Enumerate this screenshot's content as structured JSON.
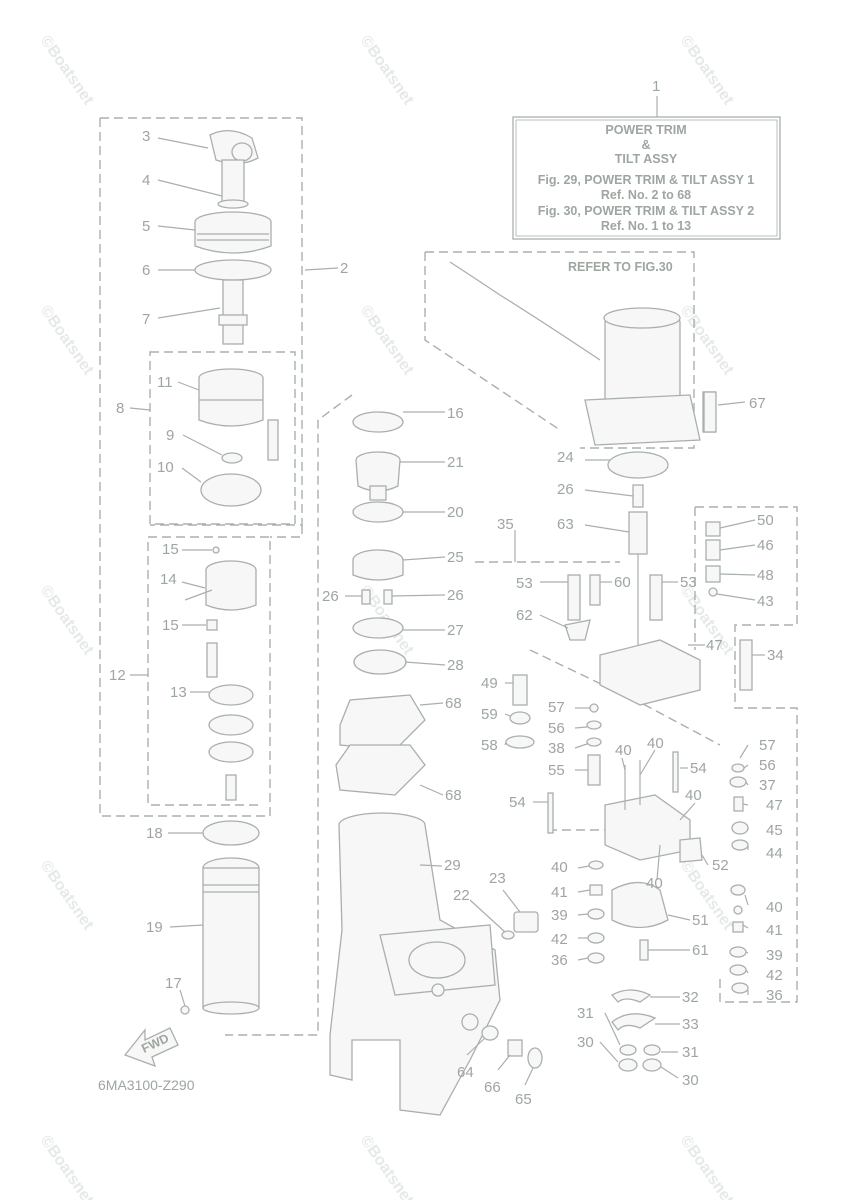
{
  "title_box": {
    "line1": "POWER TRIM",
    "line2": "&",
    "line3": "TILT ASSY",
    "line4": "Fig. 29, POWER TRIM & TILT ASSY 1",
    "line5": "Ref. No. 2 to 68",
    "line6": "Fig. 30, POWER TRIM & TILT ASSY 2",
    "line7": "Ref. No. 1 to 13"
  },
  "refer_note": "REFER TO FIG.30",
  "drawing_code": "6MA3100-Z290",
  "fwd_label": "FWD",
  "watermark": "©Boatsnet",
  "colors": {
    "line": "#a9b0aa",
    "text": "#9ea6a0",
    "watermark": "#e5eae6"
  },
  "callouts": [
    {
      "id": "c1",
      "text": "1"
    },
    {
      "id": "c2",
      "text": "2"
    },
    {
      "id": "c3",
      "text": "3"
    },
    {
      "id": "c4",
      "text": "4"
    },
    {
      "id": "c5",
      "text": "5"
    },
    {
      "id": "c6",
      "text": "6"
    },
    {
      "id": "c7",
      "text": "7"
    },
    {
      "id": "c8",
      "text": "8"
    },
    {
      "id": "c9",
      "text": "9"
    },
    {
      "id": "c10",
      "text": "10"
    },
    {
      "id": "c11",
      "text": "11"
    },
    {
      "id": "c12",
      "text": "12"
    },
    {
      "id": "c13",
      "text": "13"
    },
    {
      "id": "c14",
      "text": "14"
    },
    {
      "id": "c15a",
      "text": "15"
    },
    {
      "id": "c15b",
      "text": "15"
    },
    {
      "id": "c16",
      "text": "16"
    },
    {
      "id": "c17",
      "text": "17"
    },
    {
      "id": "c18",
      "text": "18"
    },
    {
      "id": "c19",
      "text": "19"
    },
    {
      "id": "c20",
      "text": "20"
    },
    {
      "id": "c21",
      "text": "21"
    },
    {
      "id": "c22",
      "text": "22"
    },
    {
      "id": "c23",
      "text": "23"
    },
    {
      "id": "c24",
      "text": "24"
    },
    {
      "id": "c25",
      "text": "25"
    },
    {
      "id": "c26a",
      "text": "26"
    },
    {
      "id": "c26b",
      "text": "26"
    },
    {
      "id": "c26c",
      "text": "26"
    },
    {
      "id": "c27",
      "text": "27"
    },
    {
      "id": "c28",
      "text": "28"
    },
    {
      "id": "c29",
      "text": "29"
    },
    {
      "id": "c30a",
      "text": "30"
    },
    {
      "id": "c30b",
      "text": "30"
    },
    {
      "id": "c31a",
      "text": "31"
    },
    {
      "id": "c31b",
      "text": "31"
    },
    {
      "id": "c32",
      "text": "32"
    },
    {
      "id": "c33",
      "text": "33"
    },
    {
      "id": "c34",
      "text": "34"
    },
    {
      "id": "c35",
      "text": "35"
    },
    {
      "id": "c36a",
      "text": "36"
    },
    {
      "id": "c36b",
      "text": "36"
    },
    {
      "id": "c37",
      "text": "37"
    },
    {
      "id": "c38",
      "text": "38"
    },
    {
      "id": "c39a",
      "text": "39"
    },
    {
      "id": "c39b",
      "text": "39"
    },
    {
      "id": "c40a",
      "text": "40"
    },
    {
      "id": "c40b",
      "text": "40"
    },
    {
      "id": "c40c",
      "text": "40"
    },
    {
      "id": "c40d",
      "text": "40"
    },
    {
      "id": "c40e",
      "text": "40"
    },
    {
      "id": "c40f",
      "text": "40"
    },
    {
      "id": "c41a",
      "text": "41"
    },
    {
      "id": "c41b",
      "text": "41"
    },
    {
      "id": "c42a",
      "text": "42"
    },
    {
      "id": "c42b",
      "text": "42"
    },
    {
      "id": "c43",
      "text": "43"
    },
    {
      "id": "c44",
      "text": "44"
    },
    {
      "id": "c45",
      "text": "45"
    },
    {
      "id": "c46",
      "text": "46"
    },
    {
      "id": "c47a",
      "text": "47"
    },
    {
      "id": "c47b",
      "text": "47"
    },
    {
      "id": "c48",
      "text": "48"
    },
    {
      "id": "c49",
      "text": "49"
    },
    {
      "id": "c50",
      "text": "50"
    },
    {
      "id": "c51",
      "text": "51"
    },
    {
      "id": "c52",
      "text": "52"
    },
    {
      "id": "c53a",
      "text": "53"
    },
    {
      "id": "c53b",
      "text": "53"
    },
    {
      "id": "c54a",
      "text": "54"
    },
    {
      "id": "c54b",
      "text": "54"
    },
    {
      "id": "c55",
      "text": "55"
    },
    {
      "id": "c56a",
      "text": "56"
    },
    {
      "id": "c56b",
      "text": "56"
    },
    {
      "id": "c57a",
      "text": "57"
    },
    {
      "id": "c57b",
      "text": "57"
    },
    {
      "id": "c58",
      "text": "58"
    },
    {
      "id": "c59",
      "text": "59"
    },
    {
      "id": "c60",
      "text": "60"
    },
    {
      "id": "c61",
      "text": "61"
    },
    {
      "id": "c62",
      "text": "62"
    },
    {
      "id": "c63",
      "text": "63"
    },
    {
      "id": "c64",
      "text": "64"
    },
    {
      "id": "c65",
      "text": "65"
    },
    {
      "id": "c66",
      "text": "66"
    },
    {
      "id": "c67",
      "text": "67"
    },
    {
      "id": "c68a",
      "text": "68"
    },
    {
      "id": "c68b",
      "text": "68"
    }
  ]
}
